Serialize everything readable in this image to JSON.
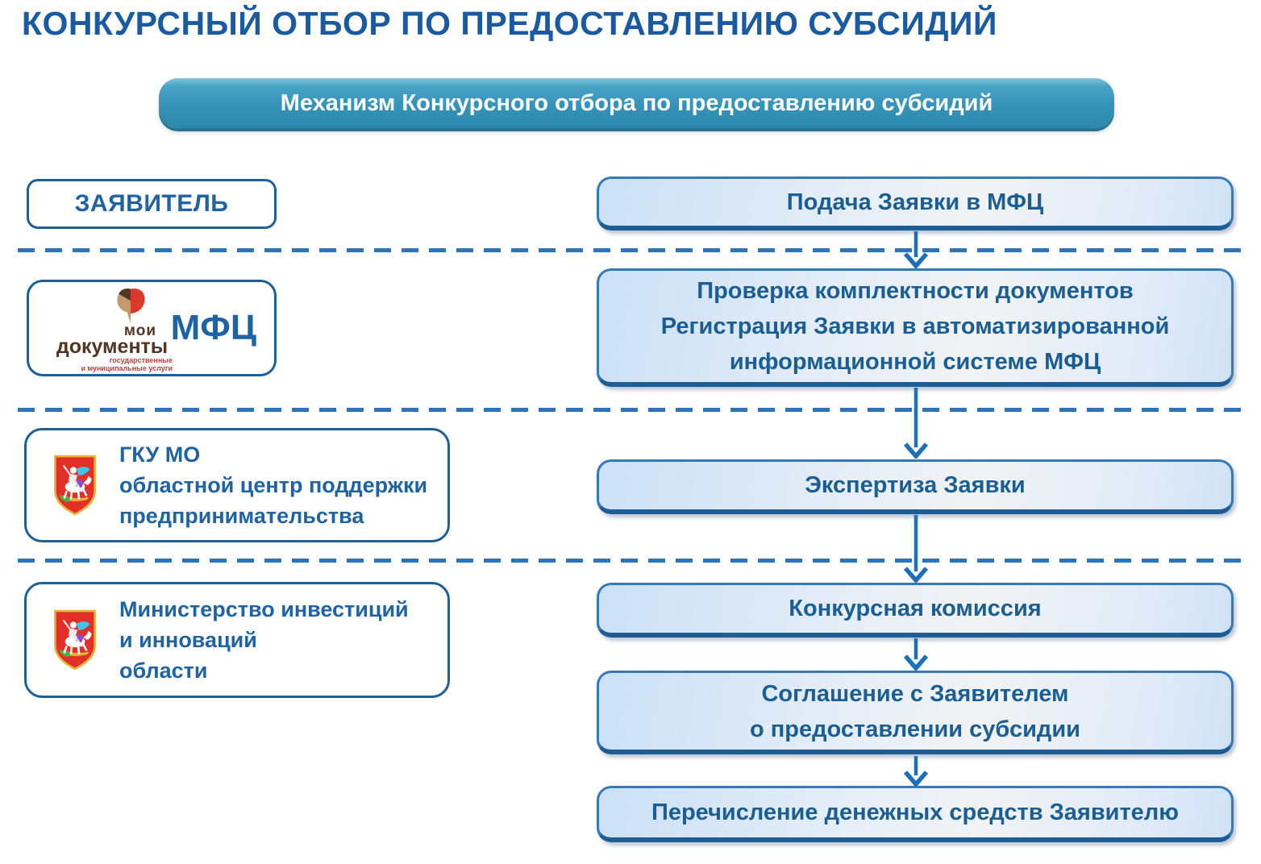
{
  "page": {
    "title": "КОНКУРСНЫЙ ОТБОР ПО ПРЕДОСТАВЛЕНИЮ СУБСИДИЙ",
    "banner": "Механизм Конкурсного отбора по предоставлению субсидий"
  },
  "actors": [
    {
      "label": "ЗАЯВИТЕЛЬ"
    },
    {
      "label": "МФЦ",
      "logo": {
        "line1": "мои",
        "line2": "документы",
        "subtitle1": "государственные",
        "subtitle2": "и муниципальные услуги"
      }
    },
    {
      "lines": [
        "ГКУ МО",
        "областной центр поддержки",
        "предпринимательства"
      ]
    },
    {
      "lines": [
        "Министерство инвестиций",
        "и инноваций",
        "области"
      ]
    }
  ],
  "steps": [
    {
      "lines": [
        "Подача Заявки в МФЦ"
      ]
    },
    {
      "lines": [
        "Проверка комплектности документов",
        "Регистрация Заявки в автоматизированной",
        "информационной системе МФЦ"
      ]
    },
    {
      "lines": [
        "Экспертиза Заявки"
      ]
    },
    {
      "lines": [
        "Конкурсная комиссия"
      ]
    },
    {
      "lines": [
        "Соглашение с Заявителем",
        "о предоставлении субсидии"
      ]
    },
    {
      "lines": [
        "Перечисление денежных средств Заявителю"
      ]
    }
  ],
  "colors": {
    "title_text": "#1A5AA0",
    "banner_bg": "#3593B8",
    "banner_text": "#FFFFFF",
    "actor_border": "#1C6096",
    "actor_text": "#2063A2",
    "step_border": "#3579B9",
    "step_border_bottom": "#1E5C94",
    "step_bg": "#CBE0F6",
    "step_text": "#1B5E94",
    "dashed_line": "#2B74B9",
    "arrow": "#1C6FB9",
    "logo_red": "#D93A2B",
    "logo_tan": "#C49A6C",
    "logo_brown": "#503522",
    "crest_red": "#E23028",
    "crest_gold": "#E9B13C"
  }
}
